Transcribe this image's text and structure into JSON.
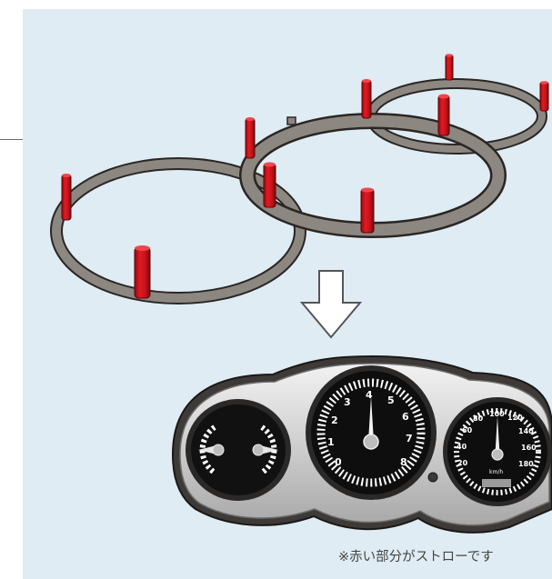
{
  "caption": {
    "note": "※赤い部分がストローです"
  },
  "gauge_cluster": {
    "tachometer_numbers": [
      "0",
      "1",
      "2",
      "3",
      "4",
      "5",
      "6",
      "7",
      "8"
    ],
    "speedometer_numbers": [
      "20",
      "40",
      "60",
      "80",
      "100",
      "120",
      "140",
      "160",
      "180"
    ],
    "speed_unit": "km/h"
  },
  "colors": {
    "background": "#dfecf3",
    "straw_red": "#d4111b",
    "ring_gray": "#8d8781"
  }
}
